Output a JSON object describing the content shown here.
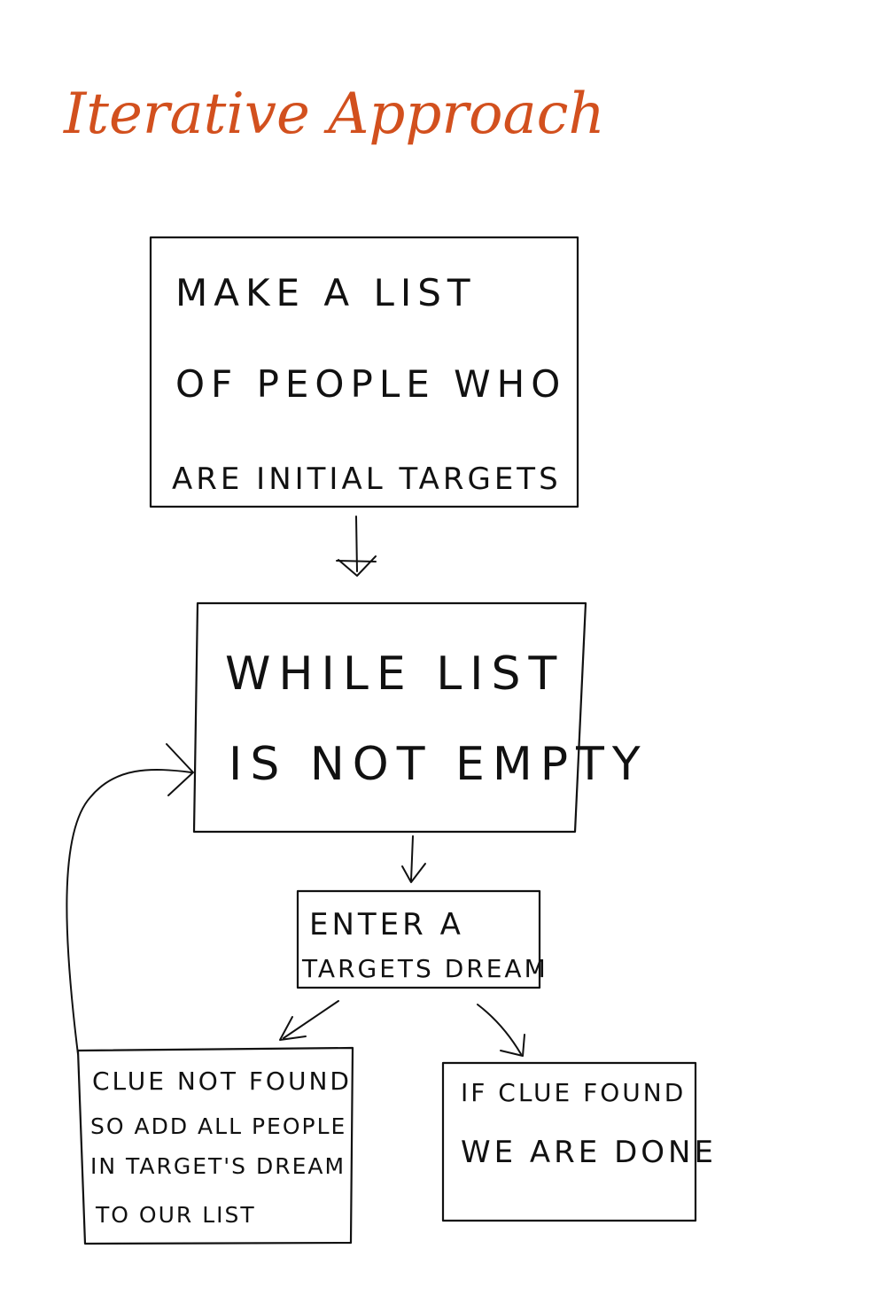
{
  "title": "Iterative Approach",
  "colors": {
    "title": "#d2501e",
    "ink": "#111111",
    "background": "#ffffff"
  },
  "steps": {
    "make_list": {
      "lines": [
        "MAKE A LIST",
        "OF PEOPLE WHO",
        "ARE INITIAL TARGETS"
      ]
    },
    "while_loop": {
      "lines": [
        "WHILE LIST",
        "IS NOT EMPTY"
      ]
    },
    "enter_dream": {
      "lines": [
        "ENTER A",
        "TARGETS DREAM"
      ]
    },
    "clue_not_found": {
      "lines": [
        "CLUE NOT FOUND",
        "SO ADD ALL PEOPLE",
        "IN TARGET'S DREAM",
        "TO OUR LIST"
      ]
    },
    "clue_found": {
      "lines": [
        "IF CLUE FOUND",
        "WE ARE DONE"
      ]
    }
  }
}
